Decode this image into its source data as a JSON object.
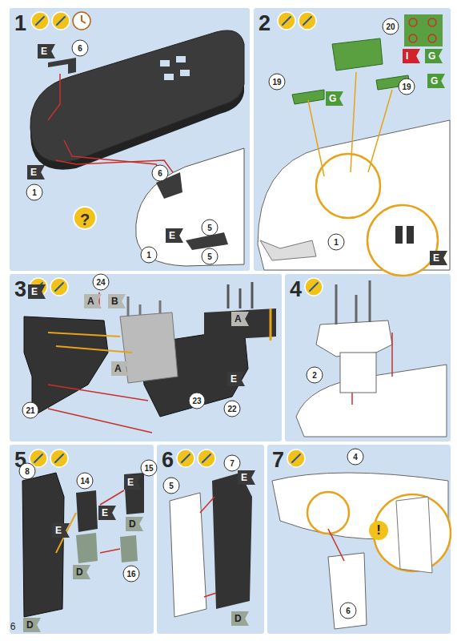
{
  "diagram": {
    "nodes": [
      {
        "text": [
          "1"
        ]
      },
      {
        "text": [
          "2"
        ]
      },
      {
        "text": [
          "3"
        ]
      },
      {
        "text": [
          "4"
        ]
      },
      {
        "text": [
          "5"
        ]
      },
      {
        "text": [
          "6"
        ]
      },
      {
        "text": [
          "7"
        ]
      }
    ],
    "labels": [
      "6",
      "E",
      "E",
      "1",
      "E",
      "5",
      "6",
      "1",
      "5",
      "?",
      "20",
      "I",
      "G",
      "19",
      "G",
      "19",
      "G",
      "E",
      "1",
      "24",
      "A",
      "B",
      "E",
      "A",
      "A",
      "E",
      "23",
      "22",
      "21",
      "2",
      "15",
      "E",
      "14",
      "E",
      "8",
      "E",
      "D",
      "16",
      "D",
      "D",
      "7",
      "E",
      "5",
      "D",
      "4",
      "6",
      "!",
      "6"
    ]
  }
}
